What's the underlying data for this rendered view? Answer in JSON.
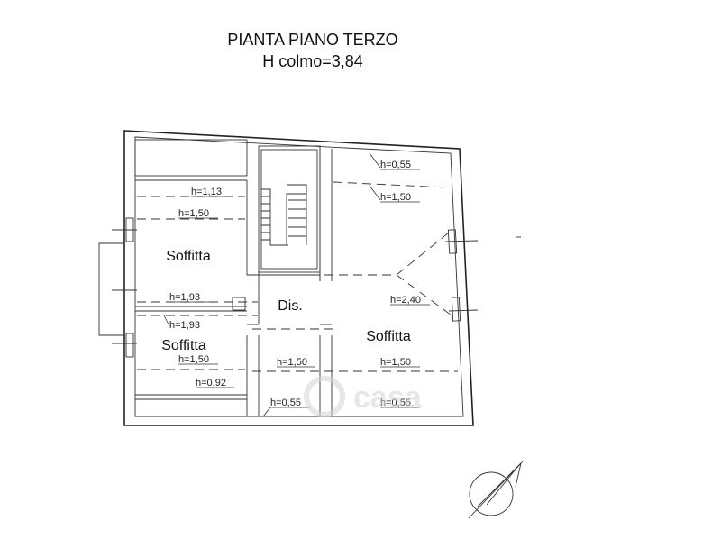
{
  "title": {
    "line1": "PIANTA PIANO TERZO",
    "line2": "H colmo=3,84"
  },
  "rooms": {
    "soffitta_top_left": "Soffitta",
    "soffitta_bottom_left": "Soffitta",
    "disimpegno": "Dis.",
    "soffitta_right": "Soffitta"
  },
  "heights": {
    "h1": "h=1,13",
    "h2": "h=1,50",
    "h3": "h=1,93",
    "h4": "h=1,93",
    "h5": "h=1,50",
    "h6": "h=0,92",
    "h7": "h=1,50",
    "h8": "h=0,55",
    "h9": "h=0,55",
    "h10": "h=1,50",
    "h11": "h=0,55",
    "h12": "h=1,50",
    "h13": "h=2,40"
  },
  "watermark": {
    "text": "casa"
  }
}
